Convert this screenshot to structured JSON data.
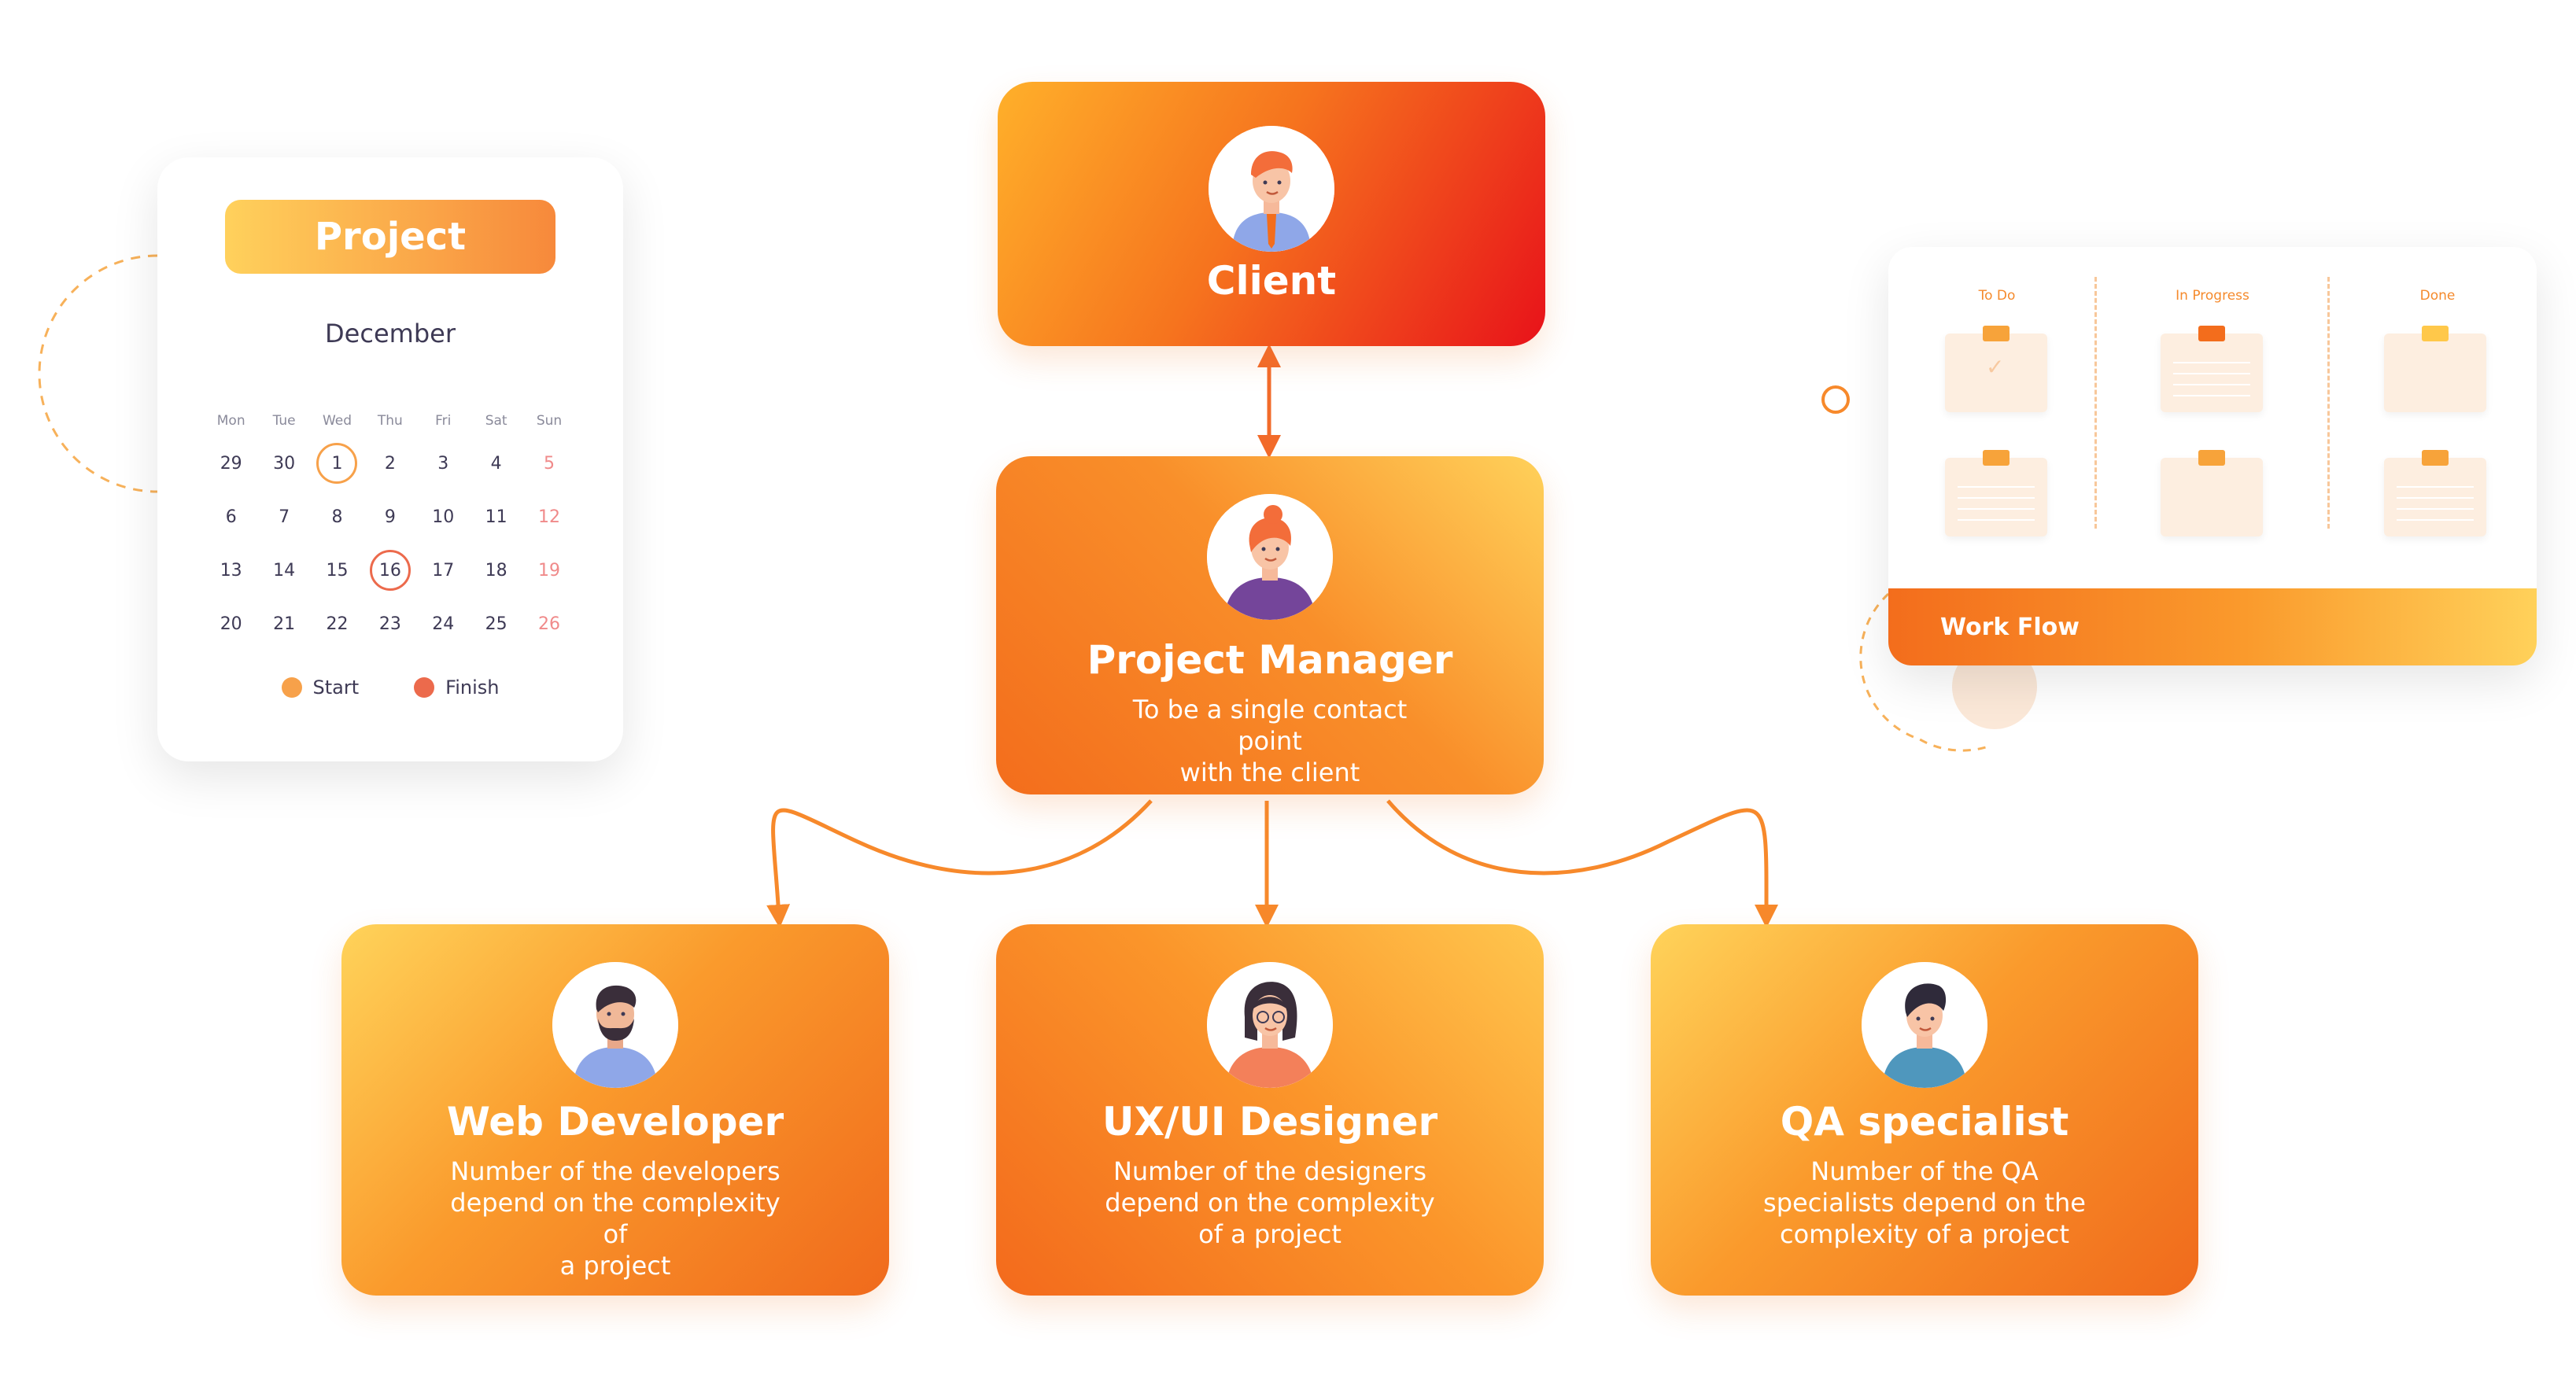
{
  "calendar": {
    "title": "Project",
    "month": "December",
    "weekdays": [
      "Mon",
      "Tue",
      "Wed",
      "Thu",
      "Fri",
      "Sat",
      "Sun"
    ],
    "weeks": [
      [
        "29",
        "30",
        "1",
        "2",
        "3",
        "4",
        "5"
      ],
      [
        "6",
        "7",
        "8",
        "9",
        "10",
        "11",
        "12"
      ],
      [
        "13",
        "14",
        "15",
        "16",
        "17",
        "18",
        "19"
      ],
      [
        "20",
        "21",
        "22",
        "23",
        "24",
        "25",
        "26"
      ]
    ],
    "start_day": "1",
    "finish_day": "16",
    "legend": {
      "start": "Start",
      "finish": "Finish"
    },
    "colors": {
      "start": "#f7a14a",
      "finish": "#ec6a4c",
      "sunday": "#f08a8a"
    }
  },
  "roles": {
    "client": {
      "title": "Client"
    },
    "project_manager": {
      "title": "Project Manager",
      "description_lines": [
        "To be a single contact point",
        "with the client"
      ]
    },
    "web_developer": {
      "title": "Web Developer",
      "description_lines": [
        "Number of the developers",
        "depend on the complexity of",
        "a project"
      ]
    },
    "ux_ui_designer": {
      "title": "UX/UI Designer",
      "description_lines": [
        "Number of the designers",
        "depend on the complexity",
        "of a project"
      ]
    },
    "qa_specialist": {
      "title": "QA specialist",
      "description_lines": [
        "Number of the QA",
        "specialists depend on the",
        "complexity of a project"
      ]
    }
  },
  "workflow": {
    "columns": [
      "To Do",
      "In Progress",
      "Done"
    ],
    "footer": "Work Flow",
    "colors": {
      "tab_light": "#f7a33a",
      "tab_dark": "#f36d1c",
      "tab_yellow": "#ffc84a"
    }
  },
  "colors": {
    "accent": "#f7892b",
    "arrow": "#f26b2a",
    "text_dark": "#3e3a55"
  }
}
